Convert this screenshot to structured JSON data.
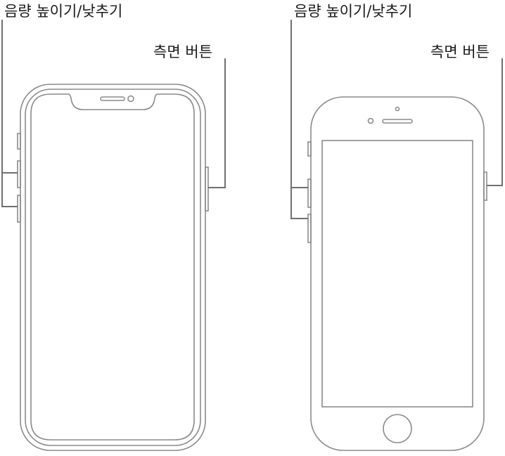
{
  "labels": {
    "left_volume": "음량 높이기/낮추기",
    "left_side": "측면 버튼",
    "right_volume": "음량 높이기/낮추기",
    "right_side": "측면 버튼"
  },
  "colors": {
    "device_outline": "#8a8a8a",
    "callout_line": "#6f6f6f",
    "text": "#1a1a1a"
  }
}
